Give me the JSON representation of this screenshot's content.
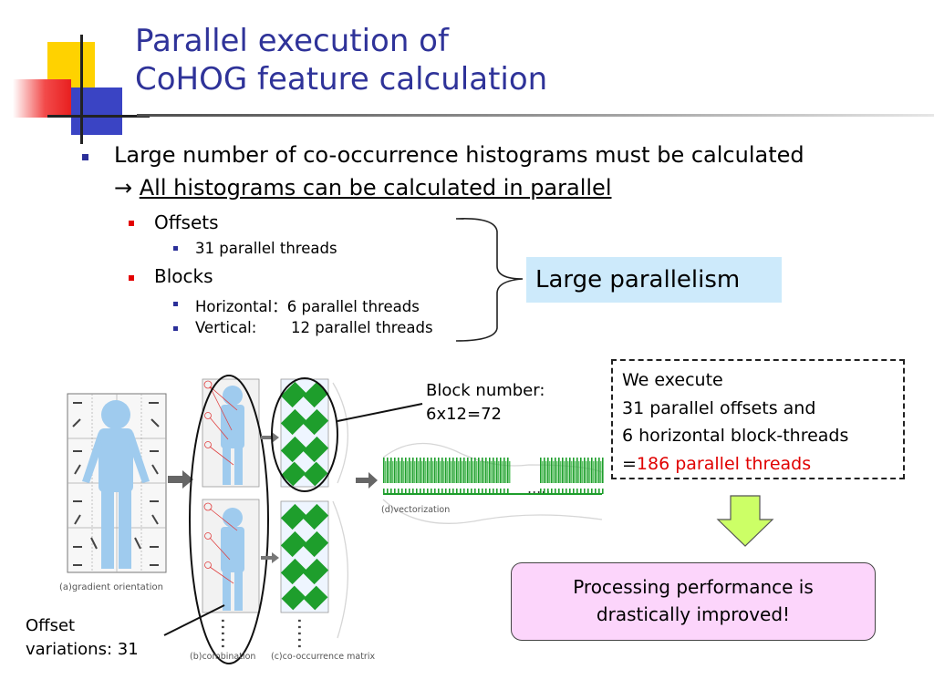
{
  "title": {
    "line1": "Parallel execution of",
    "line2": "CoHOG feature calculation"
  },
  "bullets": {
    "main_line1": "Large number of co-occurrence histograms must be calculated",
    "main_arrow": "→",
    "main_line2": "All histograms can be calculated in parallel",
    "offsets_label": "Offsets",
    "offsets_threads": "31 parallel threads",
    "blocks_label": "Blocks",
    "horizontal": "Horizontal：6 parallel threads",
    "vertical_label": "Vertical:",
    "vertical_value": "12 parallel threads"
  },
  "callouts": {
    "large_parallelism": "Large parallelism",
    "block_number_line1": "Block number:",
    "block_number_line2": "6x12=72",
    "offset_line1": "Offset",
    "offset_line2": "variations: 31",
    "execute_line1": "We execute",
    "execute_line2": "31 parallel offsets and",
    "execute_line3": "6 horizontal block-threads",
    "execute_eq": "=",
    "execute_result": "186 parallel threads",
    "perf_line1": "Processing performance is",
    "perf_line2": "drastically improved!"
  },
  "figure": {
    "cap_a": "(a)gradient orientation",
    "cap_b": "(b)combination",
    "cap_c": "(c)co-occurrence matrix",
    "cap_d": "(d)vectorization",
    "dots": "....."
  },
  "colors": {
    "title": "#2f3399",
    "accent_red": "#e00000",
    "callout_bg": "#cdeafb",
    "perf_bg": "#fcd5fb",
    "down_arrow": "#ccff66",
    "silhouette": "#9fcbee",
    "histogram_green": "#1e9e2c"
  }
}
